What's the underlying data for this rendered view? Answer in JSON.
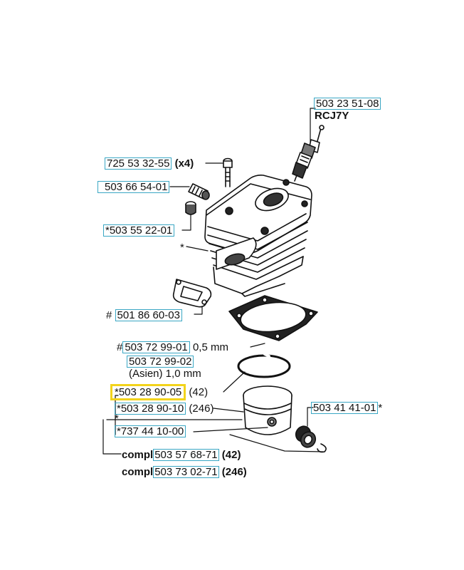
{
  "colors": {
    "part_box": "#3aa7c4",
    "highlight": "#f2d31b",
    "ink": "#111111"
  },
  "labels": {
    "plug_pn": "503 23 51-08",
    "plug_name": "RCJ7Y",
    "screw_pn": "725 53 32-55",
    "screw_qty": "(x4)",
    "valve_pn": "503 66 54-01",
    "valve_cap_pn": "*503 55 22-01",
    "star_cyl": "*",
    "gasket_hash": "#",
    "gasket_pn": "501 86 60-03",
    "base_hash": "#",
    "base_pn_a": "503 72 99-01",
    "base_size_a": "0,5 mm",
    "base_pn_b": "503 72 99-02",
    "base_size_b": "(Asien) 1,0 mm",
    "ring_pn": "*503 28 90-05",
    "ring_note": "(42)",
    "ring2_pn": "*503 28 90-10",
    "ring2_note": "(246)",
    "star_piston": "*",
    "circlip_pn": "*737 44 10-00",
    "bearing_pn": "503 41 41-01",
    "bearing_star": "*",
    "compl_a_word": "compl",
    "compl_a_pn": "503 57 68-71",
    "compl_a_note": "(42)",
    "compl_b_word": "compl",
    "compl_b_pn": "503 73 02-71",
    "compl_b_note": "(246)"
  }
}
